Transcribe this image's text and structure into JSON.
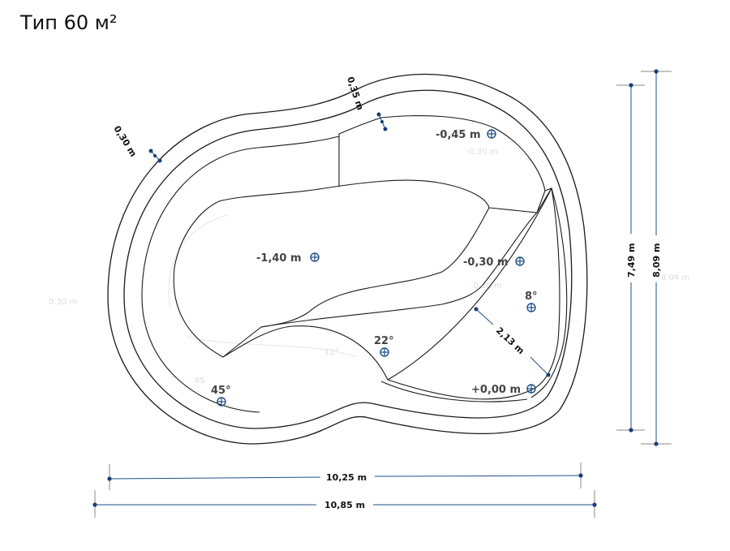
{
  "title": "Тип 60 м²",
  "depth_markers": {
    "d1": "-0,45 m",
    "d2": "-1,40 m",
    "d3": "-0,30 m",
    "d4": "+0,00 m"
  },
  "angle_markers": {
    "a1": "8°",
    "a2": "22°",
    "a3": "45°"
  },
  "dimensions": {
    "wall_left": "0,30 m",
    "wall_top": "0,35 m",
    "step": "2,13 m",
    "width_inner": "10,25 m",
    "width_outer": "10,85 m",
    "height_inner": "7,49 m",
    "height_outer": "8,09 m"
  }
}
